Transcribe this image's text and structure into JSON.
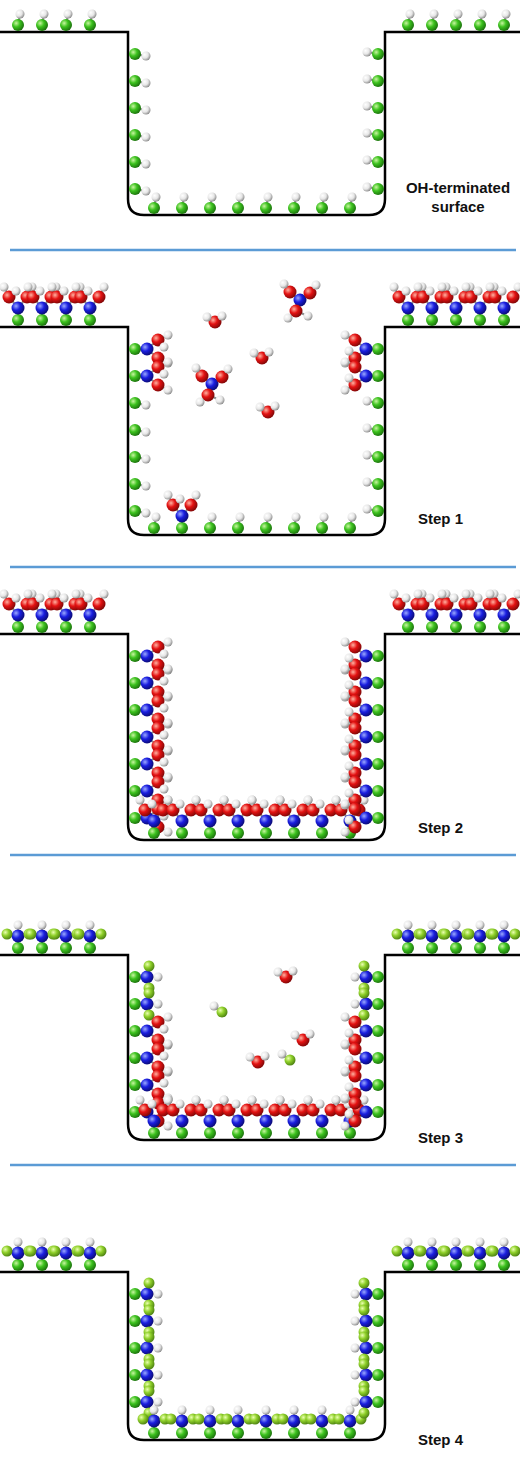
{
  "diagram": {
    "labels": [
      "OH-terminated surface",
      "Step 1",
      "Step 2",
      "Step 3",
      "Step 4"
    ]
  }
}
